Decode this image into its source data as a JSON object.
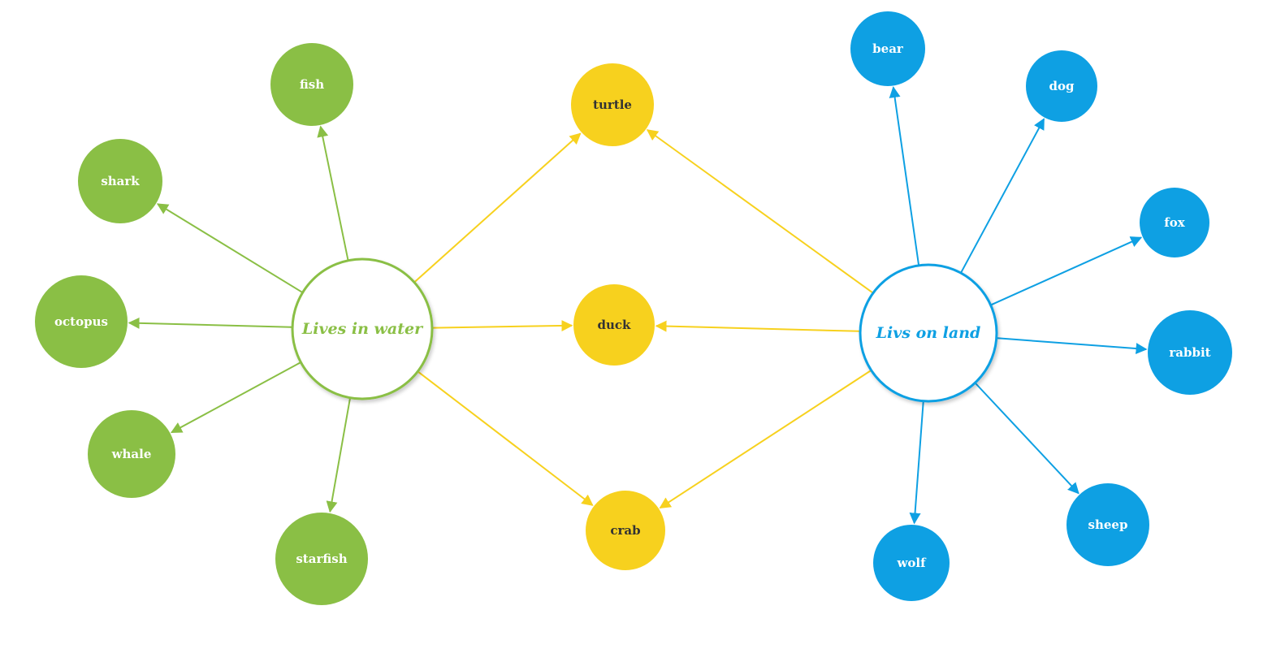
{
  "colors": {
    "water": "#8abf45",
    "land": "#0ea0e3",
    "both": "#f7d11e",
    "both_text": "#333333",
    "leaf_text": "#ffffff",
    "hub_fill": "#ffffff"
  },
  "hubs": {
    "water": {
      "label": "Lives in water"
    },
    "land": {
      "label": "Livs on land"
    }
  },
  "water_animals": [
    {
      "label": "fish"
    },
    {
      "label": "shark"
    },
    {
      "label": "octopus"
    },
    {
      "label": "whale"
    },
    {
      "label": "starfish"
    }
  ],
  "both_animals": [
    {
      "label": "turtle"
    },
    {
      "label": "duck"
    },
    {
      "label": "crab"
    }
  ],
  "land_animals": [
    {
      "label": "bear"
    },
    {
      "label": "dog"
    },
    {
      "label": "fox"
    },
    {
      "label": "rabbit"
    },
    {
      "label": "sheep"
    },
    {
      "label": "wolf"
    }
  ]
}
